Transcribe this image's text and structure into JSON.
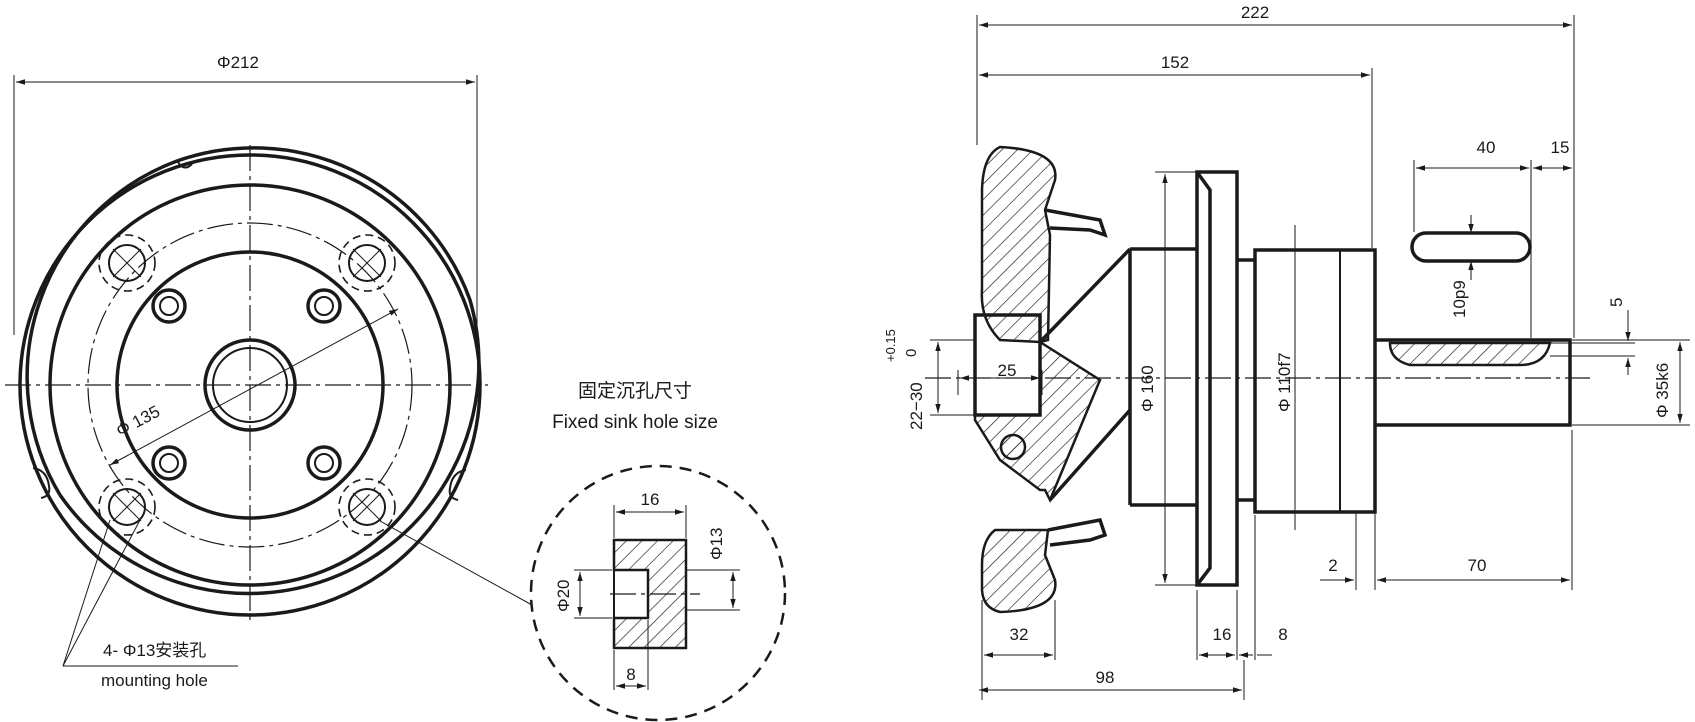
{
  "front_view": {
    "outer_diameter": "Φ212",
    "bolt_circle": "Φ 135",
    "mounting_hole_cn": "4- Φ13安装孔",
    "mounting_hole_en": "mounting hole"
  },
  "detail_view": {
    "title_cn": "固定沉孔尺寸",
    "title_en": "Fixed sink hole size",
    "dim_width": "16",
    "dim_counterbore": "Φ13",
    "dim_sink_dia": "Φ20",
    "dim_depth": "8"
  },
  "side_view": {
    "overall_length": "222",
    "body_length": "152",
    "key_length": "40",
    "key_offset": "15",
    "key_width": "10p9",
    "key_depth": "5",
    "shaft_dia": "Φ 35k6",
    "pilot_dia": "Φ 110f7",
    "flange_dia": "Φ 160",
    "hub_width": "25",
    "hub_range": "22−30",
    "tol_upper": "+0.15",
    "tol_lower": "0",
    "shoulder": "2",
    "shaft_length": "70",
    "rim_width": "32",
    "flange_thick": "16",
    "pilot_len": "8",
    "coupling_len": "98"
  }
}
